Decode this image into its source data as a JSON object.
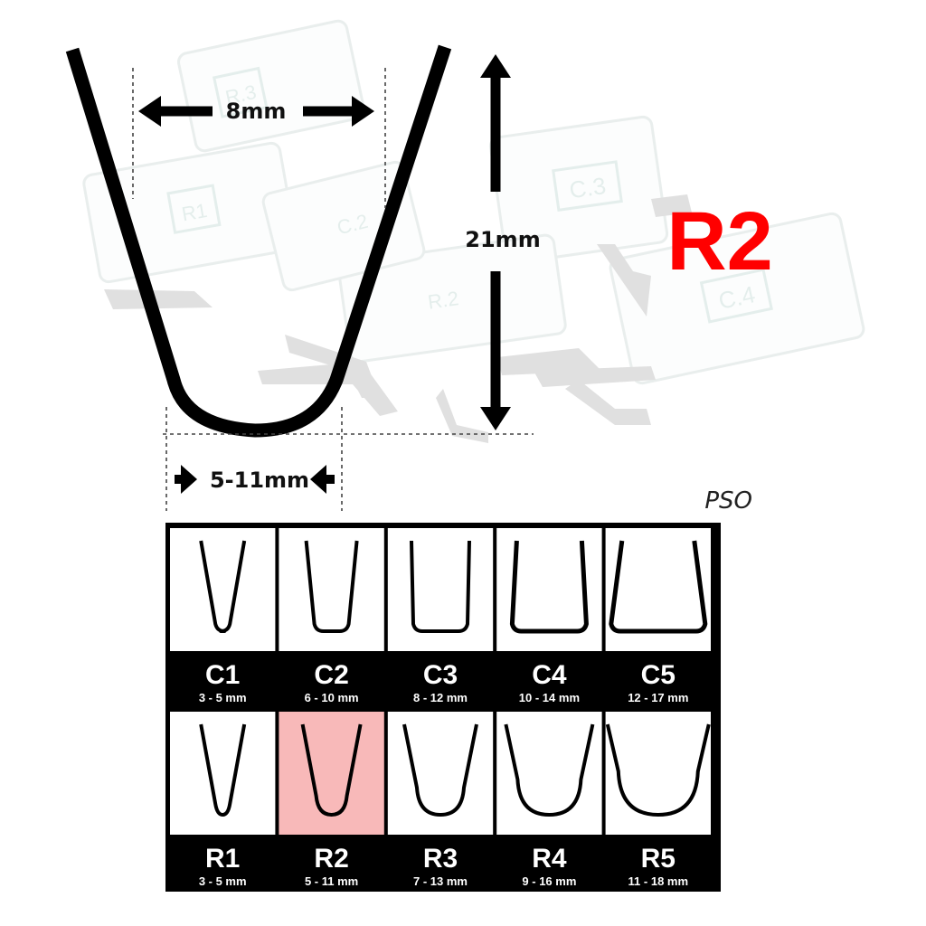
{
  "dimensions": {
    "width_label": "8mm",
    "height_label": "21mm",
    "bottom_label": "5-11mm"
  },
  "highlight_label": "R2",
  "highlight_color": "#ff0000",
  "brand_label": "PSO",
  "table": {
    "highlight_fill": "#f8b9b9",
    "rows": [
      {
        "profile": "C",
        "cells": [
          {
            "code": "C1",
            "range": "3 - 5 mm"
          },
          {
            "code": "C2",
            "range": "6 - 10 mm"
          },
          {
            "code": "C3",
            "range": "8 - 12 mm"
          },
          {
            "code": "C4",
            "range": "10 - 14 mm"
          },
          {
            "code": "C5",
            "range": "12 - 17 mm"
          }
        ]
      },
      {
        "profile": "R",
        "cells": [
          {
            "code": "R1",
            "range": "3 - 5 mm"
          },
          {
            "code": "R2",
            "range": "5 - 11 mm",
            "highlighted": true
          },
          {
            "code": "R3",
            "range": "7 - 13 mm"
          },
          {
            "code": "R4",
            "range": "9 - 16 mm"
          },
          {
            "code": "R5",
            "range": "11 - 18 mm"
          }
        ]
      }
    ]
  },
  "background_packages": [
    "R.3",
    "R1",
    "C.3",
    "C.4",
    "R.2",
    "C.2"
  ]
}
